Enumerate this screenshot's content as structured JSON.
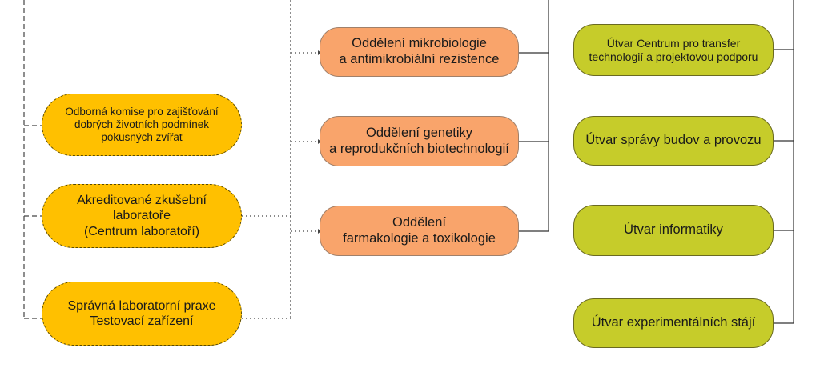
{
  "yellow_boxes": {
    "commission": "Odborná komise pro zajišťování\ndobrých životních podmínek\npokusných zvířat",
    "accredited_labs": "Akreditované zkušební\nlaboratoře\n(Centrum laboratoří)",
    "glp": "Správná laboratorní praxe\nTestovací zařízení"
  },
  "departments": {
    "microbiology": "Oddělení mikrobiologie\na antimikrobiální rezistence",
    "genetics": "Oddělení genetiky\na reprodukčních biotechnologií",
    "pharmacology": "Oddělení\nfarmakologie a toxikologie"
  },
  "units": {
    "technology_transfer": "Útvar Centrum pro transfer\ntechnologií a projektovou podporu",
    "buildings": "Útvar správy budov a provozu",
    "informatics": "Útvar informatiky",
    "experimental_stables": "Útvar experimentálních stájí"
  },
  "colors": {
    "yellow_fill": "#ffc000",
    "orange_fill": "#f9a46b",
    "olive_fill": "#c6cc2a",
    "connector": "#333333"
  }
}
